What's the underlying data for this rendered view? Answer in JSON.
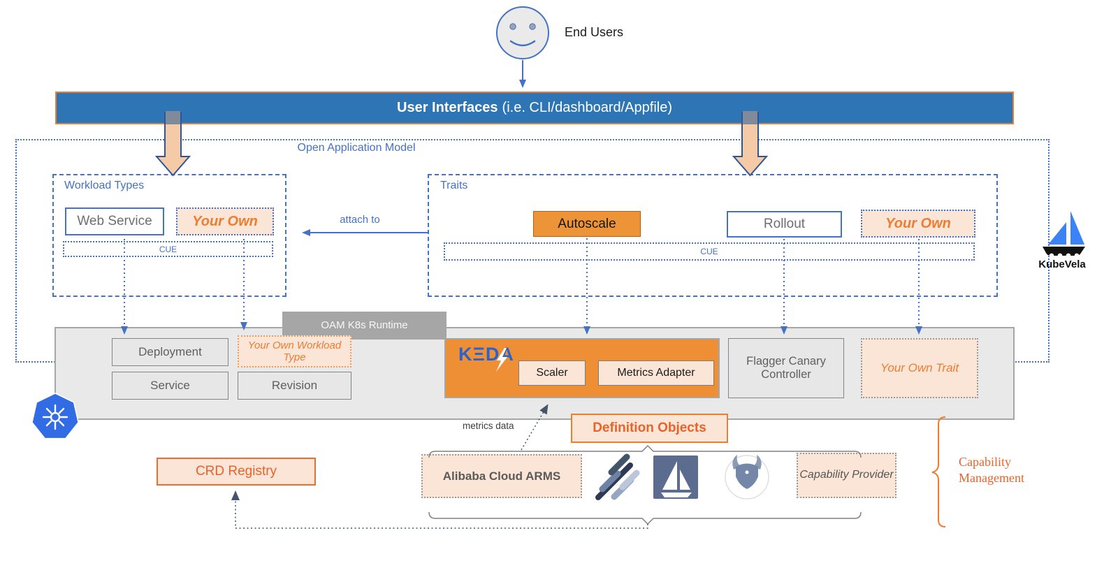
{
  "actors": {
    "end_users_label": "End Users"
  },
  "banner": {
    "title_bold": "User Interfaces",
    "title_rest": "(i.e. CLI/dashboard/Appfile)"
  },
  "oam": {
    "container_label": "Open Application Model",
    "workload_types": {
      "label": "Workload Types",
      "web_service": "Web Service",
      "your_own": "Your Own",
      "cue": "CUE"
    },
    "attach_to": "attach to",
    "traits": {
      "label": "Traits",
      "autoscale": "Autoscale",
      "rollout": "Rollout",
      "your_own": "Your Own",
      "cue": "CUE"
    }
  },
  "runtime": {
    "tab": "OAM K8s Runtime",
    "deployment": "Deployment",
    "your_own_workload_type": "Your Own Workload Type",
    "service": "Service",
    "revision": "Revision",
    "keda_logo_text": "KΞDA",
    "scaler": "Scaler",
    "metrics_adapter": "Metrics Adapter",
    "flagger": "Flagger Canary Controller",
    "your_own_trait": "Your Own Trait"
  },
  "capability": {
    "metrics_data": "metrics data",
    "definition_objects": "Definition Objects",
    "crd_registry": "CRD Registry",
    "alibaba_arms": "Alibaba Cloud ARMS",
    "provider_placeholder": "Capability Provider",
    "management_label": "Capability Management"
  },
  "branding": {
    "kubevela": "KubeVela"
  },
  "icons": {
    "end_user": "smiley-face-icon",
    "kubernetes": "kubernetes-wheel-icon",
    "keda_bolt": "lightning-bolt-icon",
    "provider_logo_1": "diagonal-stripes-logo-icon",
    "provider_logo_2": "sailboat-square-logo-icon",
    "provider_logo_3": "horned-helmet-logo-icon",
    "kubevela_logo": "sailboat-logo-icon"
  },
  "colors": {
    "accent_blue": "#4472C4",
    "banner_blue": "#2E75B6",
    "orange": "#ED7D31",
    "peach": "#FBE5D6",
    "runtime_gray": "#E9E9E9",
    "navy": "#44546A",
    "k8s_blue": "#326CE5",
    "keda_orange": "#ED9438"
  }
}
